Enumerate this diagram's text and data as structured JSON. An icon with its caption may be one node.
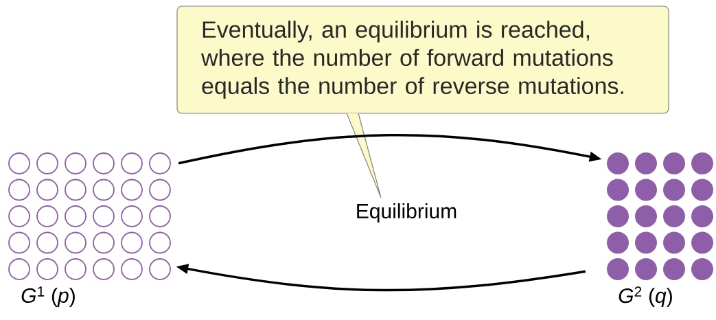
{
  "diagram": {
    "nodes": [
      {
        "text": [
          "Eventually, an equilibrium is reached, where the number of forward mutations equals the number of reverse mutations."
        ]
      },
      {
        "text": [
          "*G*$^{1}$ (*p*)"
        ]
      },
      {
        "text": [
          "*G*$^{2}$ (*q*)"
        ]
      }
    ],
    "edges": [
      {
        "from": 1,
        "to": 2,
        "arrow": "to"
      },
      {
        "from": 2,
        "to": 1,
        "arrow": "to"
      }
    ],
    "labels": [
      "Equilibrium"
    ]
  }
}
